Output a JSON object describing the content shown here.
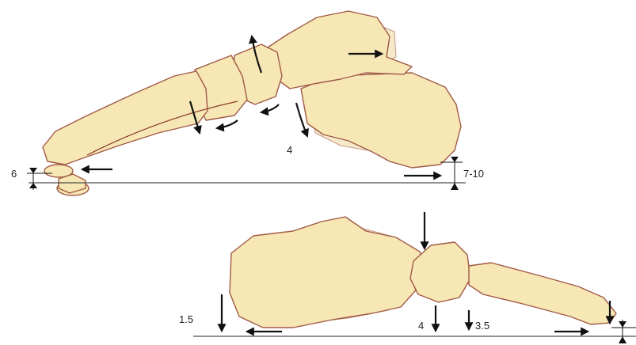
{
  "labels": {
    "top_forefoot_gap": "6",
    "top_center": "4",
    "top_heel_gap": "7-10",
    "bottom_heel": "1.5",
    "bottom_mid": "4",
    "bottom_fore": "3.5"
  }
}
